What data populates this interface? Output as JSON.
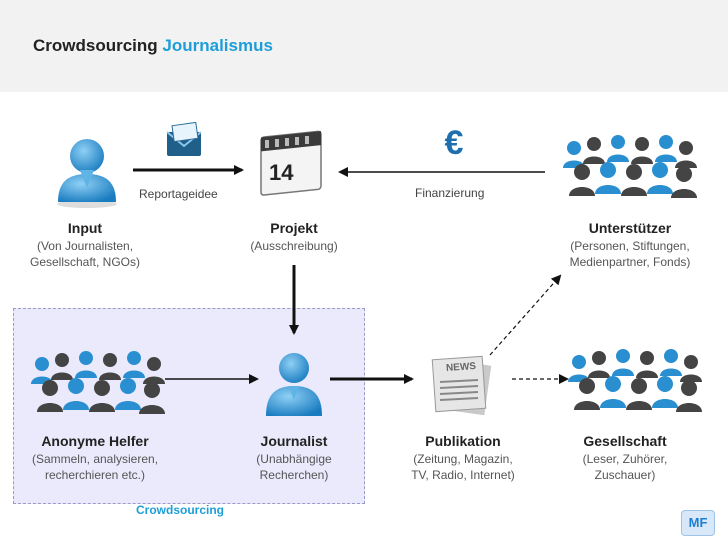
{
  "title": {
    "prefix": "Crowdsourcing",
    "accent": "Journalismus"
  },
  "nodes": {
    "input": {
      "title": "Input",
      "sub1": "(Von Journalisten,",
      "sub2": "Gesellschaft, NGOs)"
    },
    "projekt": {
      "title": "Projekt",
      "sub1": "(Ausschreibung)",
      "calendar_day": "14"
    },
    "unterstuetzer": {
      "title": "Unterstützer",
      "sub1": "(Personen, Stiftungen,",
      "sub2": "Medienpartner, Fonds)"
    },
    "helfer": {
      "title": "Anonyme Helfer",
      "sub1": "(Sammeln, analysieren,",
      "sub2": "recherchieren etc.)"
    },
    "journalist": {
      "title": "Journalist",
      "sub1": "(Unabhängige",
      "sub2": "Recherchen)"
    },
    "publikation": {
      "title": "Publikation",
      "sub1": "(Zeitung, Magazin,",
      "sub2": "TV, Radio, Internet)",
      "paper_text": "NEWS"
    },
    "gesellschaft": {
      "title": "Gesellschaft",
      "sub1": "(Leser, Zuhörer,",
      "sub2": "Zuschauer)"
    }
  },
  "edges": {
    "reportageidee": "Reportageidee",
    "finanzierung": "Finanzierung"
  },
  "crowd_label": "Crowdsourcing",
  "badge": "MF",
  "colors": {
    "accent": "#1e9ed8",
    "person": "#2a8fd0",
    "crowd_box": "#eaeafc"
  }
}
